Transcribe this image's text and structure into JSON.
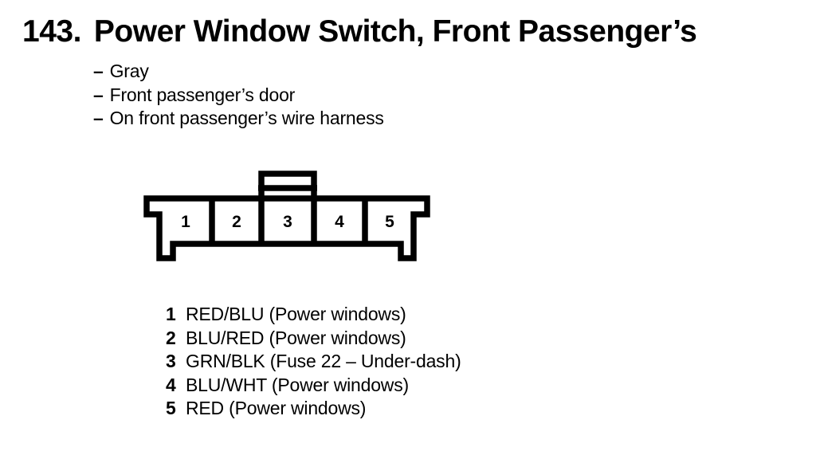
{
  "document": {
    "heading": {
      "number": "143.",
      "title": "Power Window Switch, Front Passenger’s"
    },
    "bullet_char": "–",
    "attributes": [
      "Gray",
      "Front passenger’s door",
      "On front passenger’s wire harness"
    ],
    "connector": {
      "pins": [
        "1",
        "2",
        "3",
        "4",
        "5"
      ]
    },
    "pinout": [
      {
        "pin": "1",
        "desc": "RED/BLU (Power windows)"
      },
      {
        "pin": "2",
        "desc": "BLU/RED (Power windows)"
      },
      {
        "pin": "3",
        "desc": "GRN/BLK (Fuse 22 – Under-dash)"
      },
      {
        "pin": "4",
        "desc": "BLU/WHT (Power windows)"
      },
      {
        "pin": "5",
        "desc": "RED (Power windows)"
      }
    ],
    "colors": {
      "ink": "#000000",
      "paper": "#ffffff"
    }
  }
}
